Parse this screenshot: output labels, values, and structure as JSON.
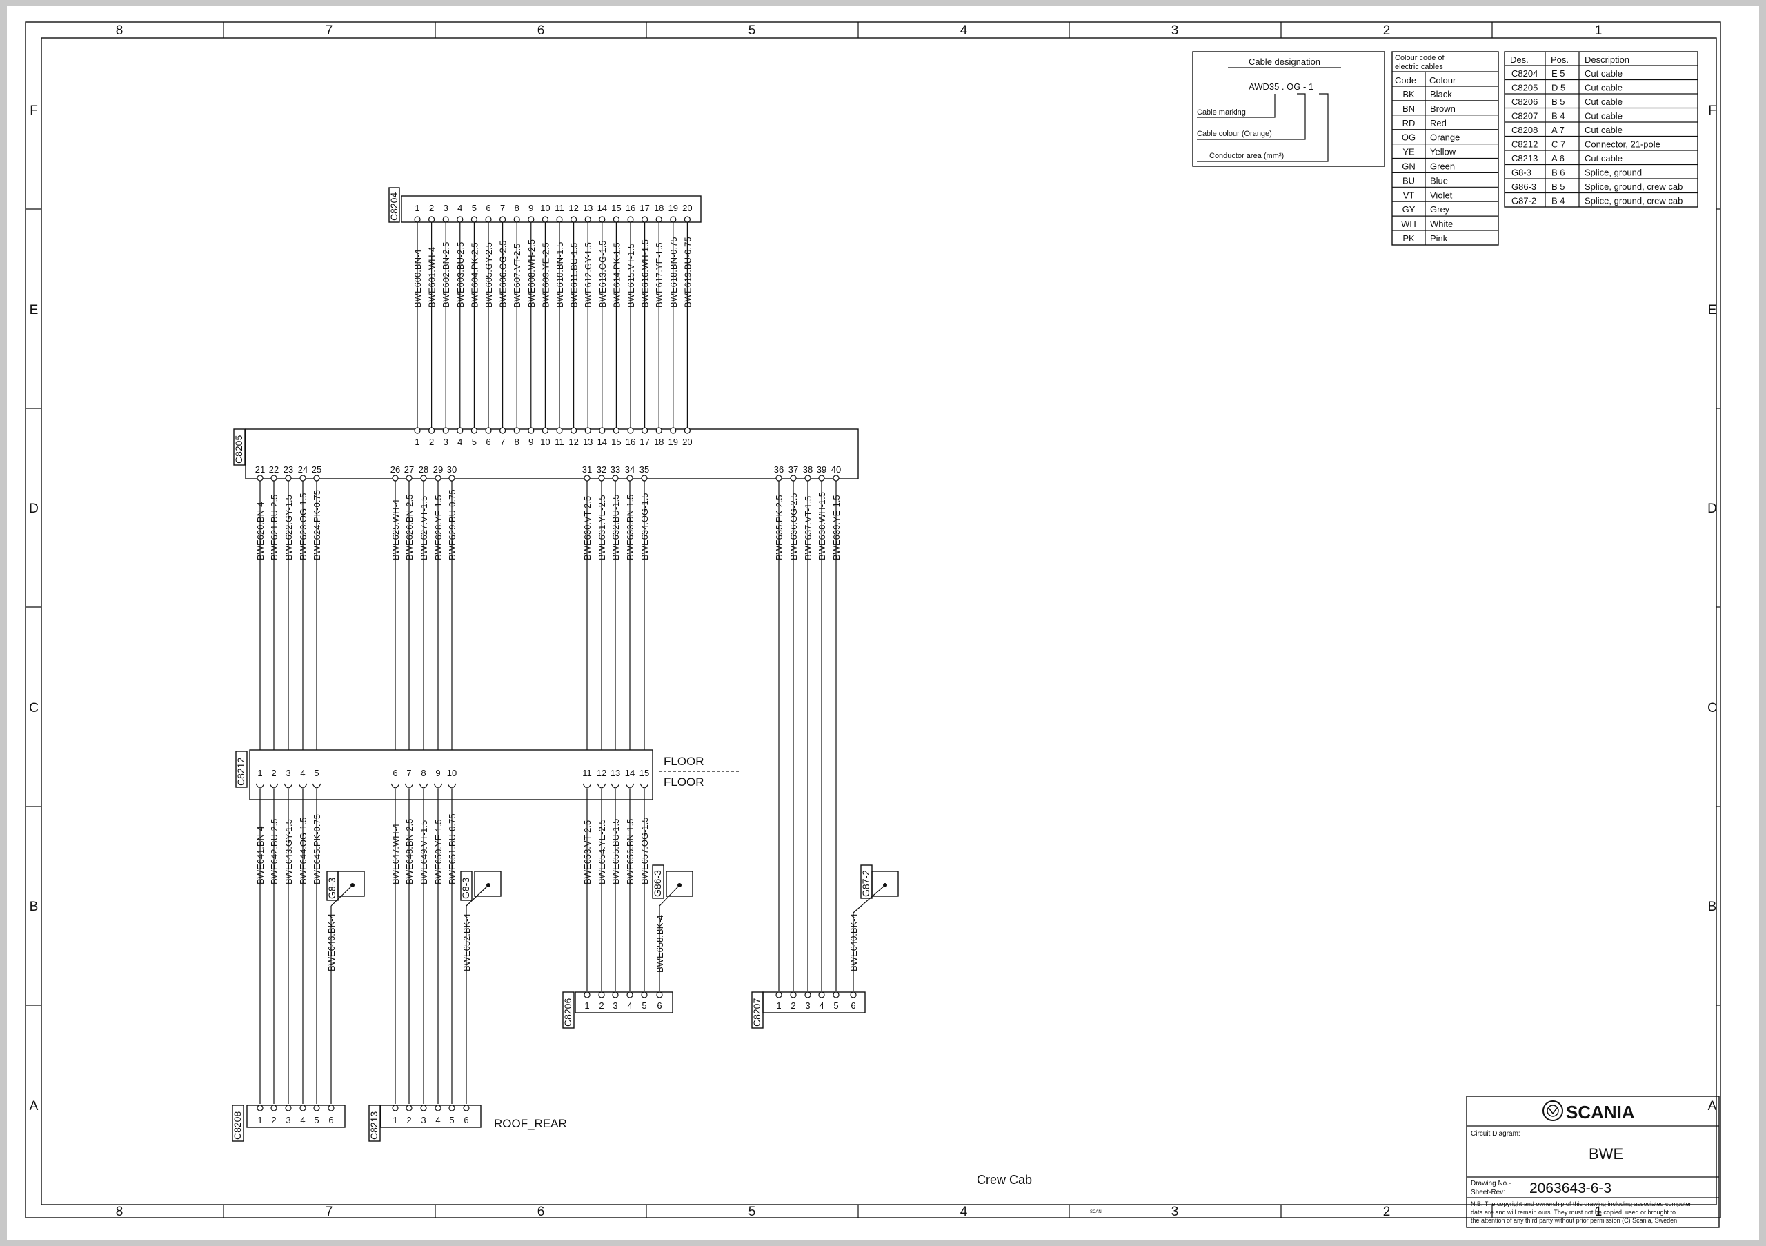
{
  "frame": {
    "columns": [
      "8",
      "7",
      "6",
      "5",
      "4",
      "3",
      "2",
      "1"
    ],
    "rows": [
      "F",
      "E",
      "D",
      "C",
      "B",
      "A"
    ]
  },
  "cable_designation": {
    "title": "Cable designation",
    "example": "AWD35 . OG  -  1",
    "marking": "Cable marking",
    "colour": "Cable colour (Orange)",
    "area": "Conductor area (mm²)"
  },
  "colour_code": {
    "title_line1": "Colour code of",
    "title_line2": "electric cables",
    "headers": [
      "Code",
      "Colour"
    ],
    "rows": [
      [
        "BK",
        "Black"
      ],
      [
        "BN",
        "Brown"
      ],
      [
        "RD",
        "Red"
      ],
      [
        "OG",
        "Orange"
      ],
      [
        "YE",
        "Yellow"
      ],
      [
        "GN",
        "Green"
      ],
      [
        "BU",
        "Blue"
      ],
      [
        "VT",
        "Violet"
      ],
      [
        "GY",
        "Grey"
      ],
      [
        "WH",
        "White"
      ],
      [
        "PK",
        "Pink"
      ]
    ]
  },
  "component_list": {
    "headers": [
      "Des.",
      "Pos.",
      "Description"
    ],
    "rows": [
      [
        "C8204",
        "E 5",
        "Cut cable"
      ],
      [
        "C8205",
        "D 5",
        "Cut cable"
      ],
      [
        "C8206",
        "B 5",
        "Cut cable"
      ],
      [
        "C8207",
        "B 4",
        "Cut cable"
      ],
      [
        "C8208",
        "A 7",
        "Cut cable"
      ],
      [
        "C8212",
        "C 7",
        "Connector, 21-pole"
      ],
      [
        "C8213",
        "A 6",
        "Cut cable"
      ],
      [
        "G8-3",
        "B 6",
        "Splice, ground"
      ],
      [
        "G86-3",
        "B 5",
        "Splice, ground, crew cab"
      ],
      [
        "G87-2",
        "B 4",
        "Splice, ground, crew cab"
      ]
    ]
  },
  "connectors": {
    "c8204": "C8204",
    "c8205": "C8205",
    "c8212": "C8212",
    "c8206": "C8206",
    "c8207": "C8207",
    "c8208": "C8208",
    "c8213": "C8213",
    "g8_3a": "G8-3",
    "g8_3b": "G8-3",
    "g86_3": "G86-3",
    "g87_2": "G87-2"
  },
  "wires": {
    "top": [
      "BWE600.BN-4",
      "BWE601.WH-4",
      "BWE602.BN-2.5",
      "BWE603.BU-2.5",
      "BWE604.PK-2.5",
      "BWE605.GY-2.5",
      "BWE606.OG-2.5",
      "BWE607.VT-2.5",
      "BWE608.WH-2.5",
      "BWE609.YE-2.5",
      "BWE610.BN-1.5",
      "BWE611.BU-1.5",
      "BWE612.GY-1.5",
      "BWE613.OG-1.5",
      "BWE614.PK-1.5",
      "BWE615.VT-1.5",
      "BWE616.WH-1.5",
      "BWE617.YE-1.5",
      "BWE618.BN-0.75",
      "BWE619.BU-0.75"
    ],
    "mid": [
      "BWE620.BN-4",
      "BWE621.BU-2.5",
      "BWE622.GY-1.5",
      "BWE623.OG-1.5",
      "BWE624.PK-0.75",
      "BWE625.WH-4",
      "BWE626.BN-2.5",
      "BWE627.VT-1.5",
      "BWE628.YE-1.5",
      "BWE629.BU-0.75",
      "BWE630.VT-2.5",
      "BWE631.YE-2.5",
      "BWE632.BU-1.5",
      "BWE633.BN-1.5",
      "BWE634.OG-1.5",
      "BWE635.PK-2.5",
      "BWE636.OG-2.5",
      "BWE637.VT-1.5",
      "BWE638.WH-1.5",
      "BWE639.YE-1.5"
    ],
    "low": [
      "BWE641.BN-4",
      "BWE642.BU-2.5",
      "BWE643.GY-1.5",
      "BWE644.OG-1.5",
      "BWE645.PK-0.75",
      "BWE647.WH-4",
      "BWE648.BN-2.5",
      "BWE649.VT-1.5",
      "BWE650.YE-1.5",
      "BWE651.BU-0.75",
      "BWE653.VT-2.5",
      "BWE654.YE-2.5",
      "BWE655.BU-1.5",
      "BWE656.BN-1.5",
      "BWE657.OG-1.5"
    ],
    "ground": [
      "BWE646.BK-4",
      "BWE652.BK-4",
      "BWE658.BK-4",
      "BWE640.BK-4"
    ]
  },
  "labels": {
    "floor_top": "FLOOR",
    "floor_bottom": "FLOOR",
    "roof_rear": "ROOF_REAR",
    "crew_cab": "Crew Cab",
    "tiny_mark": "SCAN"
  },
  "title_block": {
    "brand": "SCANIA",
    "circuit_label": "Circuit Diagram:",
    "circuit_name": "BWE",
    "drawing_no_label": "Drawing No.-",
    "sheet_rev_label": "Sheet-Rev:",
    "drawing_no": "2063643-6-3",
    "note_1": "N.B. The copyright and ownership of this drawing including associated computer",
    "note_2": "data are and will remain ours. They must not be copied, used or brought to",
    "note_3": "the attention of any third party without prior permission (C) Scania, Sweden"
  }
}
